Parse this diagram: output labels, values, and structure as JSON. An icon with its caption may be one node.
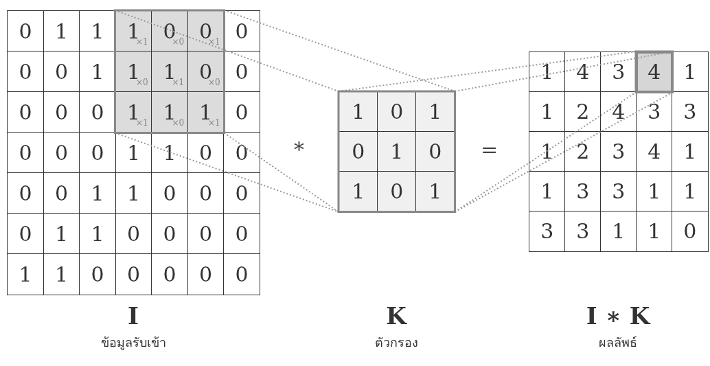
{
  "diagram": {
    "nodes": [
      {
        "text": [],
        "shape": "box"
      },
      {
        "text": [],
        "shape": "box"
      },
      {
        "text": [],
        "shape": "box"
      }
    ],
    "edges": [
      {
        "from": 0,
        "to": 1,
        "arrow": "none",
        "style": "dashed"
      },
      {
        "from": 0,
        "to": 1,
        "arrow": "none",
        "style": "dashed"
      },
      {
        "from": 0,
        "to": 1,
        "arrow": "none",
        "style": "dashed"
      },
      {
        "from": 0,
        "to": 1,
        "arrow": "none",
        "style": "dashed"
      },
      {
        "from": 1,
        "to": 2,
        "arrow": "none",
        "style": "dashed"
      },
      {
        "from": 1,
        "to": 2,
        "arrow": "none",
        "style": "dashed"
      },
      {
        "from": 1,
        "to": 2,
        "arrow": "none",
        "style": "dashed"
      },
      {
        "from": 1,
        "to": 2,
        "arrow": "none",
        "style": "dashed"
      }
    ],
    "labels": [
      "0",
      "1",
      "1",
      "1",
      "0",
      "0",
      "0",
      "0",
      "0",
      "1",
      "1",
      "1",
      "0",
      "0",
      "0",
      "0",
      "0",
      "1",
      "1",
      "1",
      "0",
      "0",
      "0",
      "0",
      "1",
      "1",
      "0",
      "0",
      "0",
      "0",
      "1",
      "1",
      "0",
      "0",
      "0",
      "0",
      "1",
      "1",
      "0",
      "0",
      "0",
      "0",
      "1",
      "1",
      "0",
      "0",
      "0",
      "0",
      "0",
      "×1",
      "×0",
      "×1",
      "×0",
      "×1",
      "×0",
      "×1",
      "×0",
      "×1",
      "*",
      "1",
      "0",
      "1",
      "0",
      "1",
      "0",
      "1",
      "0",
      "1",
      "=",
      "1",
      "4",
      "3",
      "4",
      "1",
      "1",
      "2",
      "4",
      "3",
      "3",
      "1",
      "2",
      "3",
      "4",
      "1",
      "1",
      "3",
      "3",
      "1",
      "1",
      "3",
      "3",
      "1",
      "1",
      "0",
      "I",
      "ข้อมูลรับเข้า",
      "K",
      "ตัวกรอง",
      "I ∗ K",
      "ผลลัพธ์"
    ]
  }
}
